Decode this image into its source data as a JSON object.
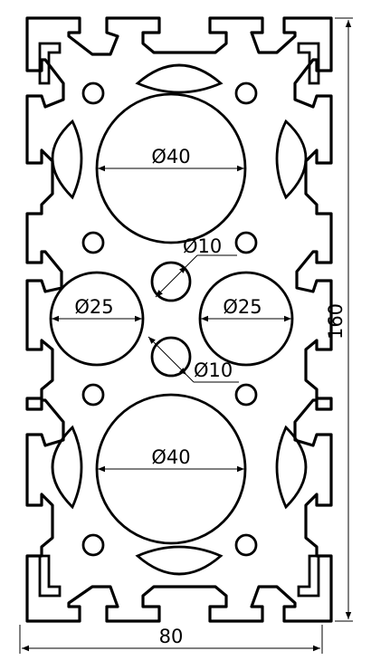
{
  "dimensions": {
    "large_hole_top": "Ø40",
    "large_hole_bottom": "Ø40",
    "medium_hole_left": "Ø25",
    "medium_hole_right": "Ø25",
    "small_hole_upper": "Ø10",
    "small_hole_lower": "Ø10",
    "overall_height": "160",
    "overall_width": "80"
  },
  "colors": {
    "line": "#000000",
    "background": "#ffffff"
  }
}
